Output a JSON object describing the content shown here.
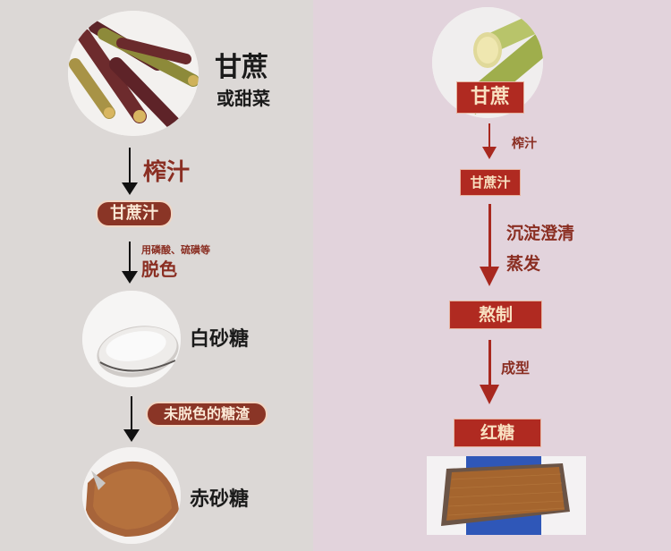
{
  "left_flow": {
    "raw_material": {
      "title": "甘蔗",
      "subtitle": "或甜菜",
      "image": "sugarcane-purple-photo"
    },
    "step1": {
      "label": "榨汁"
    },
    "juice": {
      "label": "甘蔗汁"
    },
    "step2": {
      "note": "用磷酸、硫磺等",
      "label": "脱色"
    },
    "white_sugar": {
      "title": "白砂糖",
      "image": "white-sugar-spoon-photo"
    },
    "step3": {
      "label": "未脱色的糖渣"
    },
    "red_sugar": {
      "title": "赤砂糖",
      "image": "brown-sugar-pile-photo"
    }
  },
  "right_flow": {
    "raw_material": {
      "label": "甘蔗",
      "image": "sugarcane-green-photo"
    },
    "step1": {
      "label": "榨汁"
    },
    "juice": {
      "label": "甘蔗汁"
    },
    "step2": {
      "line1": "沉淀澄清",
      "line2": "蒸发"
    },
    "boil": {
      "label": "熬制"
    },
    "step3": {
      "label": "成型"
    },
    "brown_sugar": {
      "label": "红糖",
      "image": "brown-sugar-tray-photo"
    }
  },
  "colors": {
    "left_bg": "#dcd8d6",
    "right_bg": "#e2d3dc",
    "pill_bg": "#8a3526",
    "box_bg": "#b02a21",
    "red_text": "#8a2e22",
    "box_text": "#f9e2c2"
  }
}
